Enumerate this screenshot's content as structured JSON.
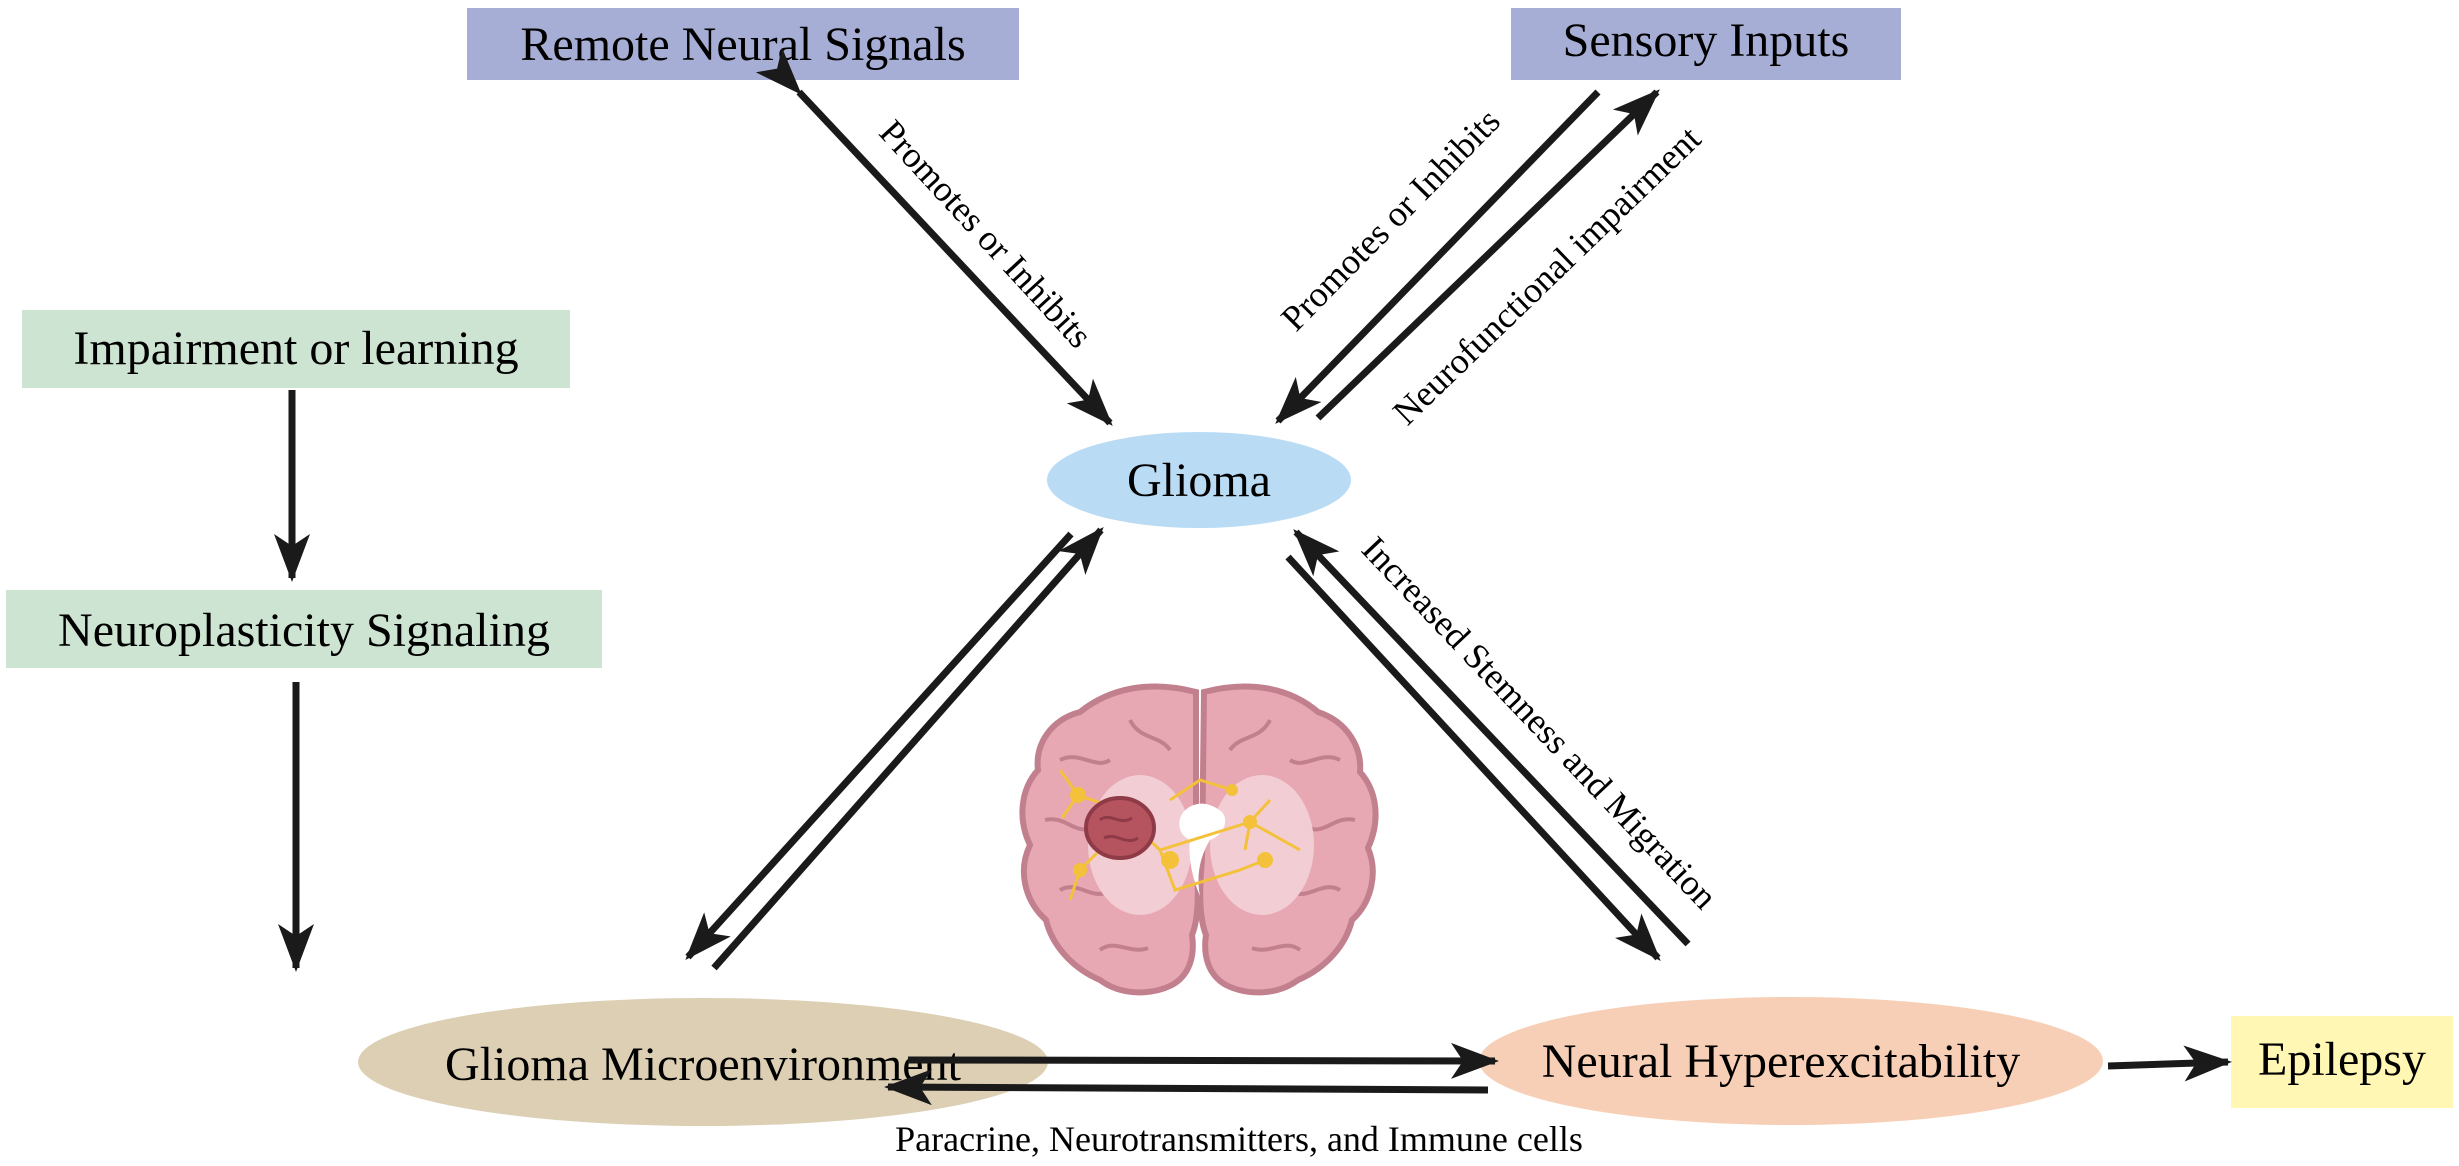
{
  "colors": {
    "purple_box": "#a7aed5",
    "green_box": "#cde4d2",
    "yellow_box": "#fff7b3",
    "glioma_node": "#b9dcf4",
    "microenvironment_node": "#dccfb3",
    "hyperexcitability_node": "#f7cfb6",
    "arrow": "#1a1a1a",
    "brain_tissue": "#e7a8b3",
    "brain_outline": "#c27f8d",
    "tumor": "#b5545f",
    "neuron": "#f3c23a"
  },
  "nodes": {
    "remote_neural_signals": "Remote Neural Signals",
    "sensory_inputs": "Sensory Inputs",
    "impairment_or_learning": "Impairment or learning",
    "neuroplasticity_signaling": "Neuroplasticity Signaling",
    "glioma": "Glioma",
    "glioma_microenvironment": "Glioma Microenvironment",
    "neural_hyperexcitability": "Neural Hyperexcitability",
    "epilepsy": "Epilepsy"
  },
  "edge_labels": {
    "remote_promotes_inhibits": "Promotes or Inhibits",
    "sensory_promotes_inhibits": "Promotes or Inhibits",
    "neurofunctional_impairment": "Neurofunctional impairment",
    "stemness_migration": "Increased Stemness and Migration",
    "paracrine": "Paracrine, Neurotransmitters, and Immune cells"
  },
  "illustration": {
    "icon": "brain-tumor-icon"
  }
}
